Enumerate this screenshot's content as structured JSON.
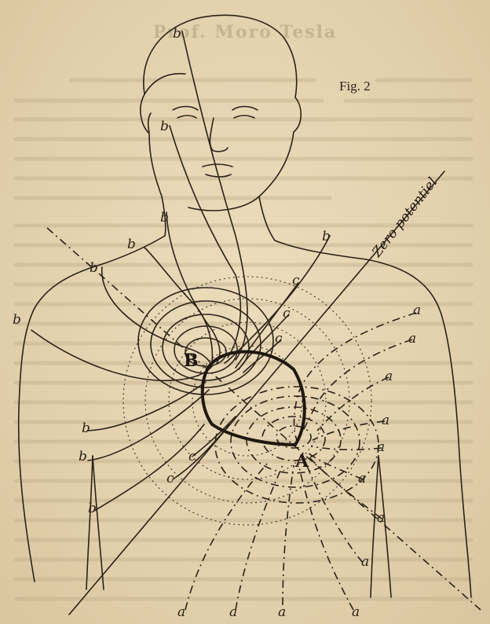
{
  "header": {
    "title": "Prof. Moro Tesla"
  },
  "figure": {
    "label": "Fig. 2",
    "heart_labels": {
      "B": "B",
      "A": "A"
    },
    "line_labels": {
      "b": "b",
      "c": "c",
      "a": "a"
    },
    "zero_line_label": "Zero potentiel"
  }
}
